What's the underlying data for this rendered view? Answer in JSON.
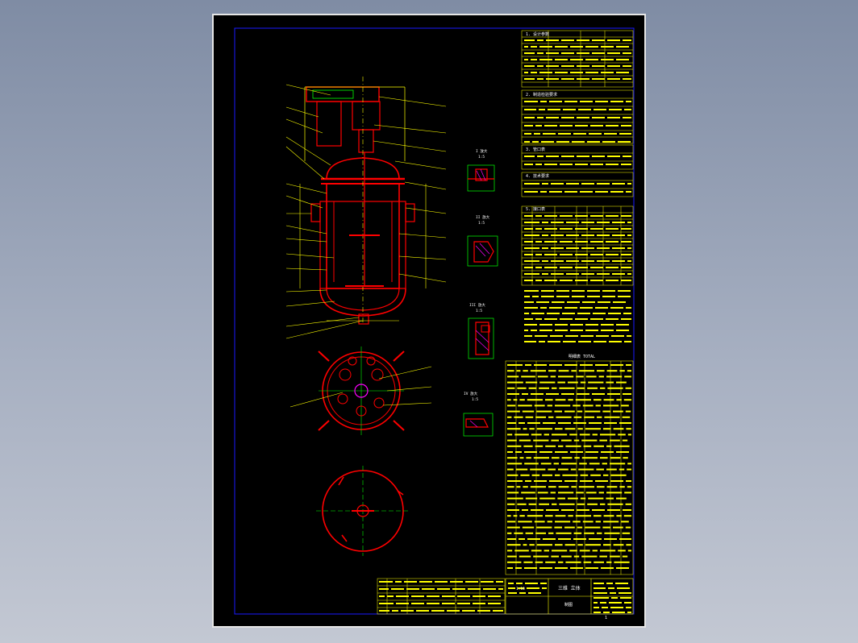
{
  "drawing": {
    "sheet_no": "1",
    "title_block_name": "三维 立体",
    "title_block_sub": "制图",
    "title_block_scale": "1:10",
    "bom_header": "明细表 TOTAL",
    "section_tables": [
      "1. 设计参数",
      "2. 制造检验要求",
      "3. 管口表",
      "4. 技术要求",
      "5. 接口表"
    ],
    "detail_views": [
      {
        "title": "I 放大",
        "scale": "1:5"
      },
      {
        "title": "II 放大",
        "scale": "1:5"
      },
      {
        "title": "III 放大",
        "scale": "1:5"
      },
      {
        "title": "IV 放大",
        "scale": "1:5"
      }
    ],
    "colors": {
      "background": "#000000",
      "frame": "#0000ff",
      "geometry": "#ff0000",
      "annotation": "#ffff00",
      "centerline": "#00ff00",
      "hatch": "#ff00ff",
      "text": "#ffffff"
    }
  }
}
